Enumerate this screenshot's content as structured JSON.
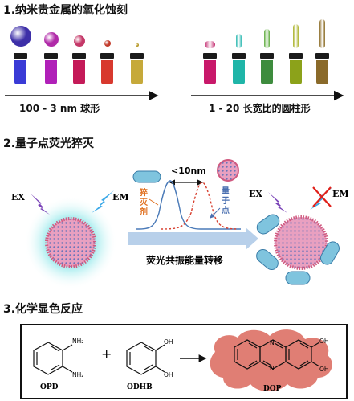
{
  "section1": {
    "title": "1.纳米贵金属的氧化蚀刻",
    "left_label": "100 - 3 nm 球形",
    "right_label": "1 - 20 长宽比的圆柱形",
    "left_vial_colors": [
      "#3a3bd6",
      "#b020b8",
      "#c41a58",
      "#d8392e",
      "#c6a93a"
    ],
    "left_particle_colors": [
      "#3d2fa8",
      "#b02aa8",
      "#c43868",
      "#c23a2a",
      "#b89a2a"
    ],
    "right_vial_colors": [
      "#c8186a",
      "#1fb5a8",
      "#3e8c3e",
      "#8ca21a",
      "#8a6a2a"
    ],
    "right_particle_colors": [
      "#c02068",
      "#2ab8b0",
      "#5aaa3a",
      "#a8b022",
      "#8a6a22"
    ]
  },
  "section2": {
    "title": "2.量子点荧光猝灭",
    "ex": "EX",
    "em": "EM",
    "distance": "<10nm",
    "quencher": "猝灭剂",
    "qdot": "量子点",
    "arrow_label": "荧光共振能量转移"
  },
  "section3": {
    "title": "3.化学显色反应",
    "plus": "+",
    "opd": "OPD",
    "odhb": "ODHB",
    "dop": "DOP",
    "nh2_top": "NH₂",
    "nh2_bottom": "NH₂",
    "oh_top": "OH",
    "oh_bottom": "OH",
    "dop_oh_top": "OH",
    "dop_oh_bottom": "OH"
  }
}
